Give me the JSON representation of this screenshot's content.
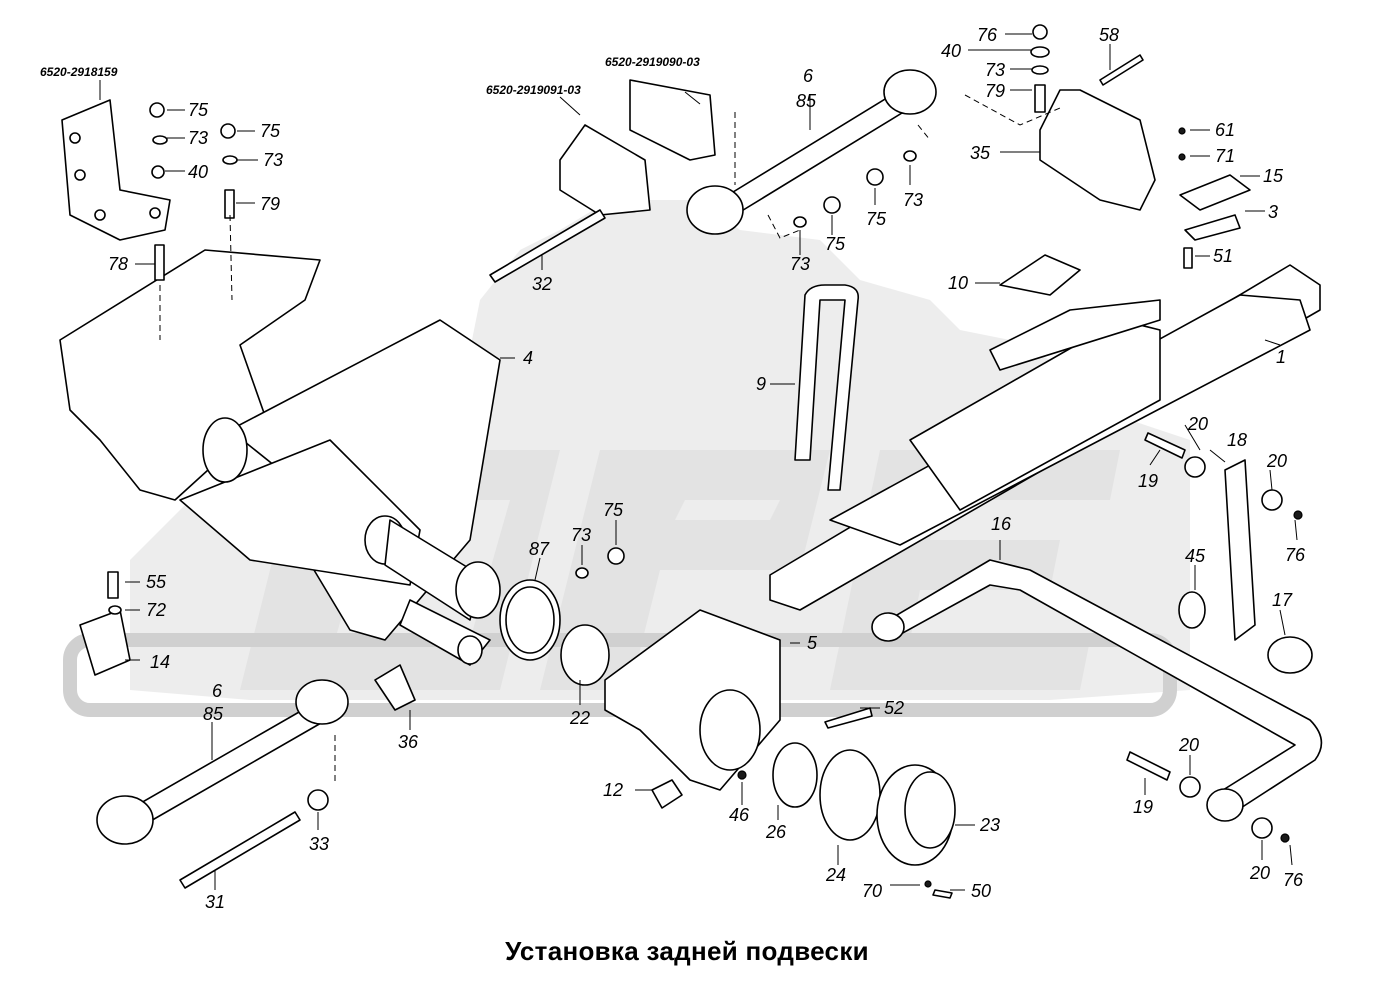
{
  "caption": "Установка задней подвески",
  "watermark": "OPEX",
  "part_codes": [
    "6520-2918159",
    "6520-2919091-03",
    "6520-2919090-03"
  ],
  "callouts": [
    "75",
    "73",
    "75",
    "73",
    "40",
    "79",
    "78",
    "4",
    "32",
    "6",
    "85",
    "76",
    "40",
    "73",
    "79",
    "58",
    "35",
    "61",
    "71",
    "15",
    "3",
    "51",
    "73",
    "75",
    "75",
    "73",
    "10",
    "9",
    "1",
    "20",
    "18",
    "19",
    "20",
    "76",
    "45",
    "17",
    "16",
    "87",
    "73",
    "75",
    "55",
    "72",
    "14",
    "6",
    "85",
    "36",
    "22",
    "5",
    "52",
    "33",
    "31",
    "12",
    "46",
    "26",
    "24",
    "23",
    "70",
    "50",
    "19",
    "20",
    "20",
    "76"
  ]
}
